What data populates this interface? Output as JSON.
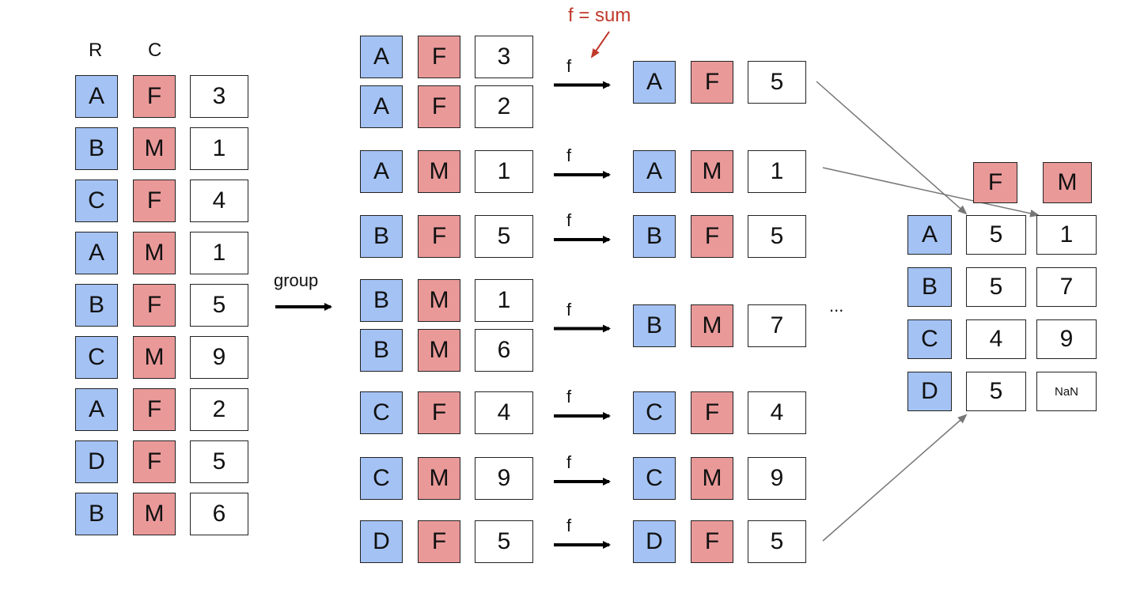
{
  "colors": {
    "r_key": "#a4c2f4",
    "c_key": "#ea9999",
    "value": "#ffffff",
    "annotation": "#c0392b"
  },
  "source": {
    "header_r": "R",
    "header_c": "C",
    "rows": [
      [
        "A",
        "F",
        "3"
      ],
      [
        "B",
        "M",
        "1"
      ],
      [
        "C",
        "F",
        "4"
      ],
      [
        "A",
        "M",
        "1"
      ],
      [
        "B",
        "F",
        "5"
      ],
      [
        "C",
        "M",
        "9"
      ],
      [
        "A",
        "F",
        "2"
      ],
      [
        "D",
        "F",
        "5"
      ],
      [
        "B",
        "M",
        "6"
      ]
    ]
  },
  "group_label": "group",
  "func_label": "f",
  "func_note": "f = sum",
  "groups": [
    {
      "rows": [
        [
          "A",
          "F",
          "3"
        ],
        [
          "A",
          "F",
          "2"
        ]
      ],
      "result": [
        "A",
        "F",
        "5"
      ]
    },
    {
      "rows": [
        [
          "A",
          "M",
          "1"
        ]
      ],
      "result": [
        "A",
        "M",
        "1"
      ]
    },
    {
      "rows": [
        [
          "B",
          "F",
          "5"
        ]
      ],
      "result": [
        "B",
        "F",
        "5"
      ]
    },
    {
      "rows": [
        [
          "B",
          "M",
          "1"
        ],
        [
          "B",
          "M",
          "6"
        ]
      ],
      "result": [
        "B",
        "M",
        "7"
      ]
    },
    {
      "rows": [
        [
          "C",
          "F",
          "4"
        ]
      ],
      "result": [
        "C",
        "F",
        "4"
      ]
    },
    {
      "rows": [
        [
          "C",
          "M",
          "9"
        ]
      ],
      "result": [
        "C",
        "M",
        "9"
      ]
    },
    {
      "rows": [
        [
          "D",
          "F",
          "5"
        ]
      ],
      "result": [
        "D",
        "F",
        "5"
      ]
    }
  ],
  "ellipsis": "...",
  "pivot": {
    "columns": [
      "F",
      "M"
    ],
    "rows": [
      {
        "key": "A",
        "values": [
          "5",
          "1"
        ]
      },
      {
        "key": "B",
        "values": [
          "5",
          "7"
        ]
      },
      {
        "key": "C",
        "values": [
          "4",
          "9"
        ]
      },
      {
        "key": "D",
        "values": [
          "5",
          "NaN"
        ]
      }
    ]
  }
}
